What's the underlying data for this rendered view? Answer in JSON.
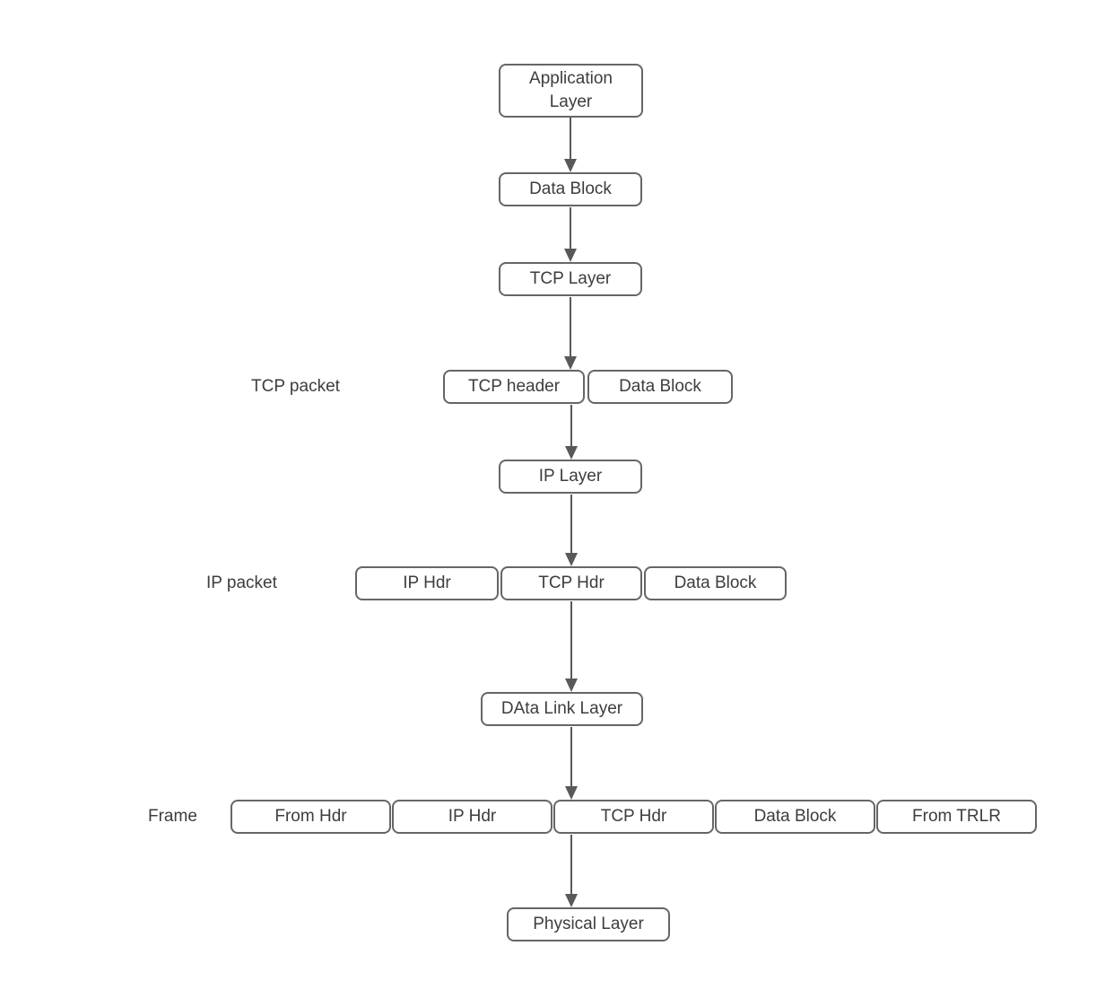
{
  "diagram": {
    "title_implied": "TCP/IP encapsulation flow",
    "application_layer": "Application Layer",
    "data_block_top": "Data Block",
    "tcp_layer": "TCP Layer",
    "tcp_packet_label": "TCP packet",
    "tcp_header": "TCP header",
    "tcp_packet_data_block": "Data Block",
    "ip_layer": "IP Layer",
    "ip_packet_label": "IP packet",
    "ip_hdr": "IP Hdr",
    "tcp_hdr": "TCP Hdr",
    "ip_packet_data_block": "Data Block",
    "data_link_layer": "DAta Link Layer",
    "frame_label": "Frame",
    "frame_from_hdr": "From Hdr",
    "frame_ip_hdr": "IP Hdr",
    "frame_tcp_hdr": "TCP Hdr",
    "frame_data_block": "Data Block",
    "frame_from_trlr": "From TRLR",
    "physical_layer": "Physical Layer",
    "colors": {
      "box_border": "#666666",
      "text": "#3d3d3d",
      "arrow": "#595959",
      "background": "#ffffff"
    }
  }
}
